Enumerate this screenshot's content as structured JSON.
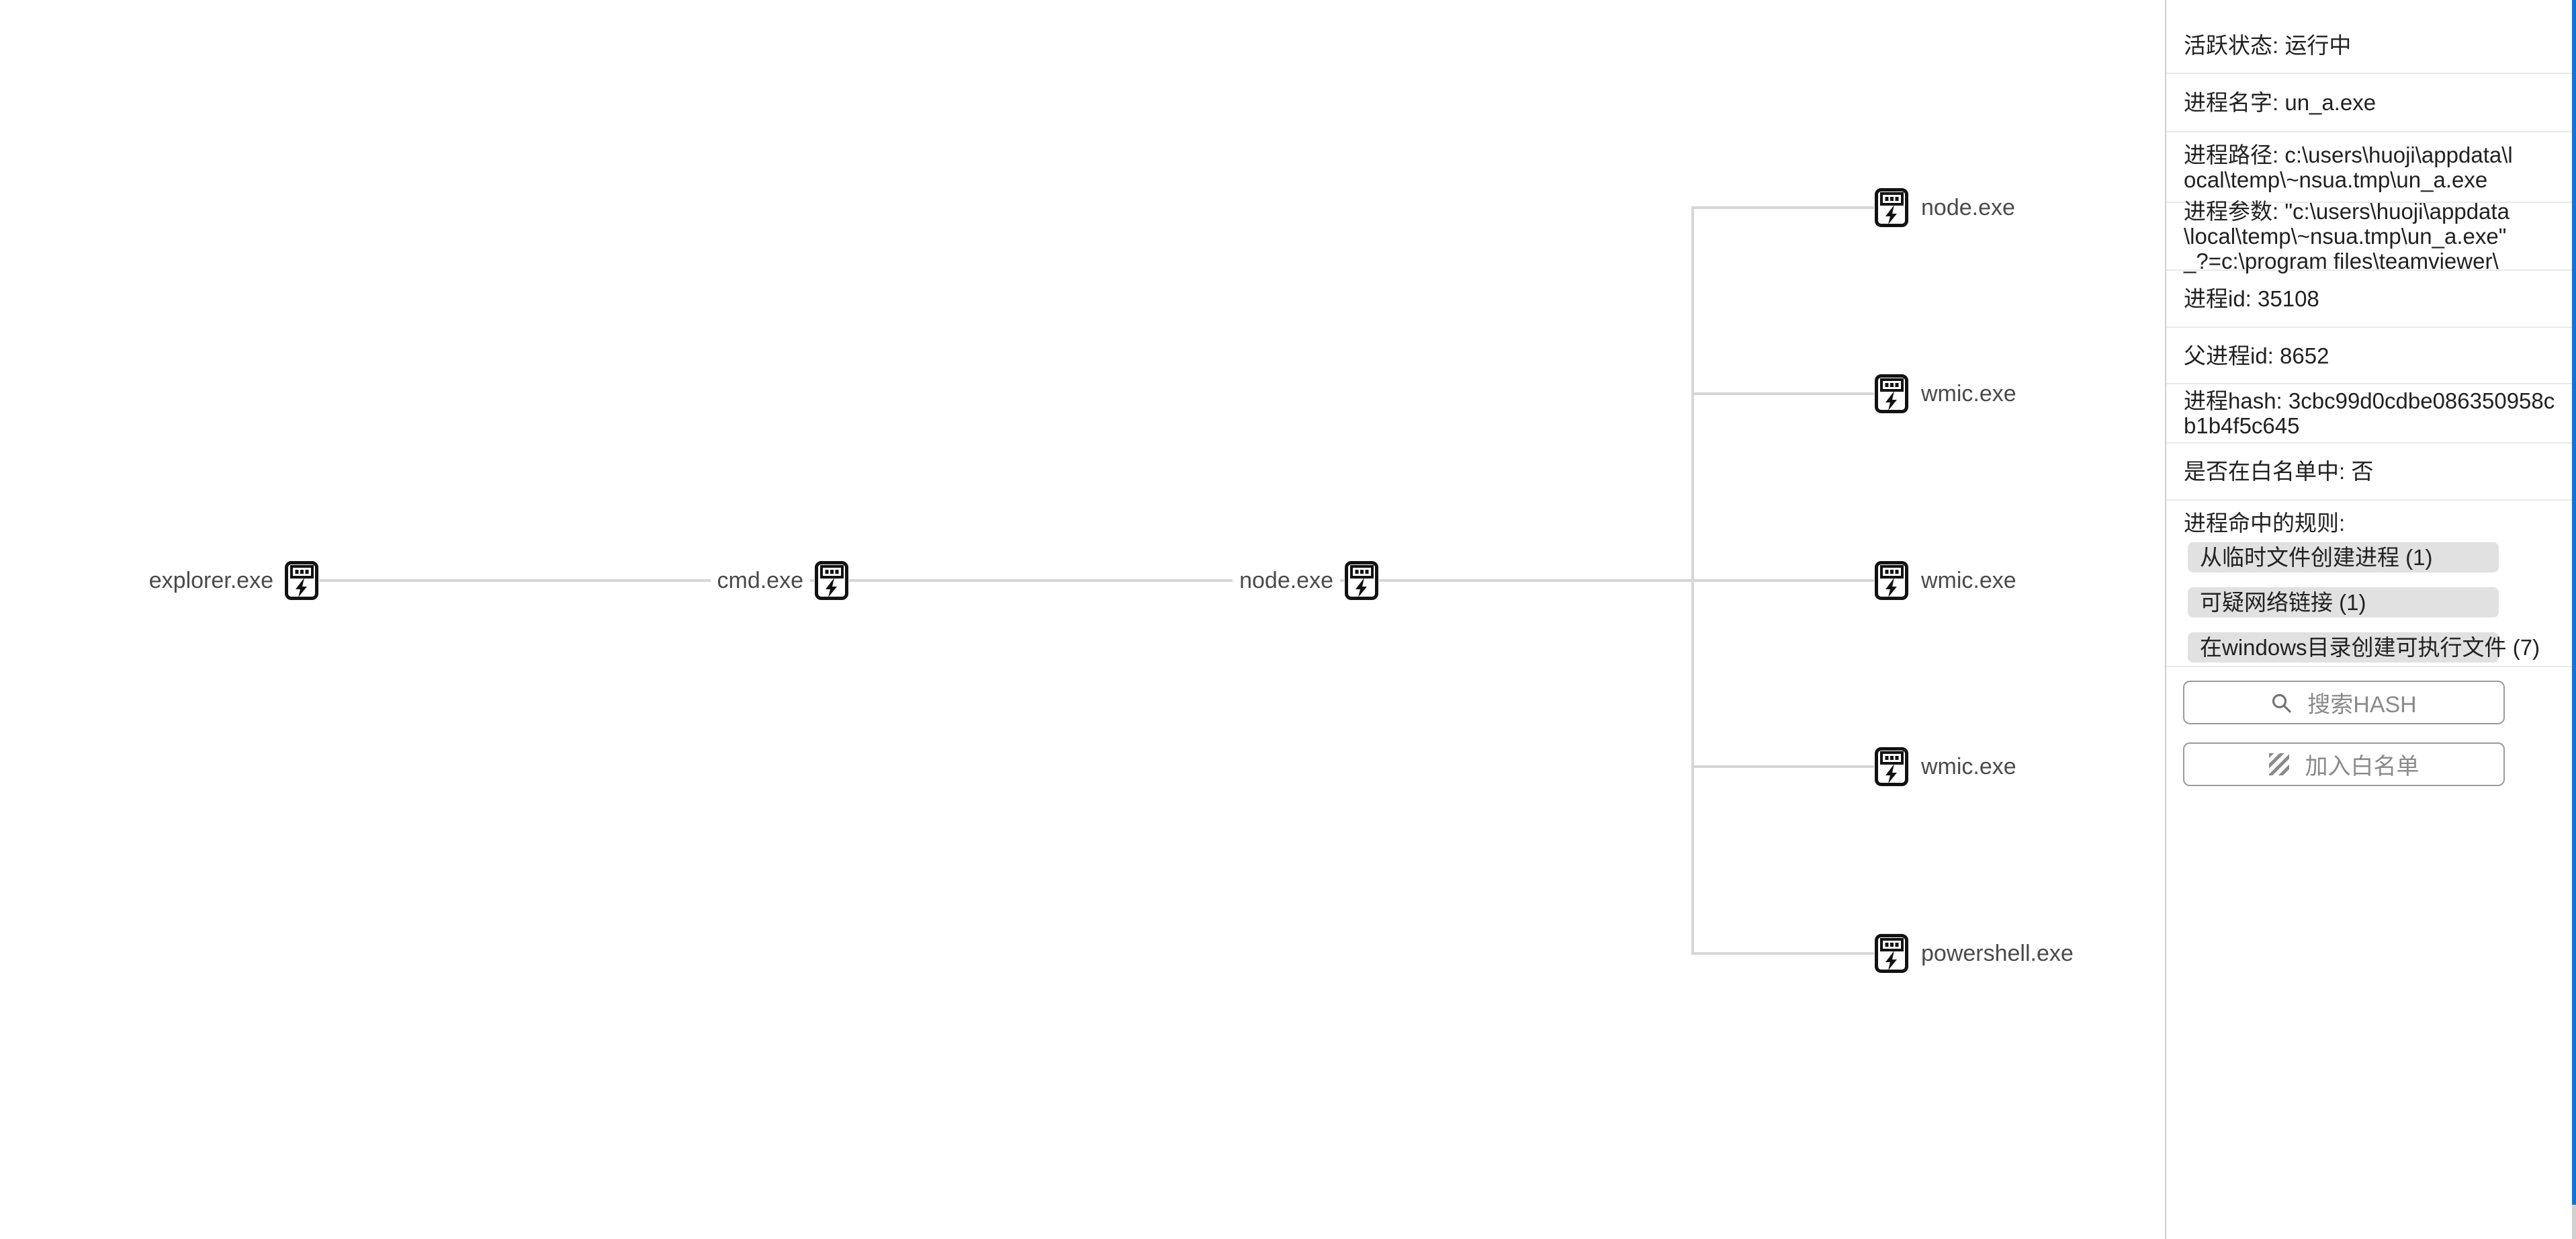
{
  "tree": {
    "parents": [
      {
        "name": "explorer.exe"
      },
      {
        "name": "cmd.exe"
      },
      {
        "name": "node.exe"
      }
    ],
    "children": [
      {
        "name": "node.exe"
      },
      {
        "name": "wmic.exe"
      },
      {
        "name": "wmic.exe"
      },
      {
        "name": "wmic.exe"
      },
      {
        "name": "powershell.exe"
      }
    ]
  },
  "panel": {
    "rows": [
      {
        "label": "活跃状态",
        "value": "运行中",
        "text": "活跃状态: 运行中"
      },
      {
        "label": "进程名字",
        "value": "un_a.exe",
        "text": "进程名字: un_a.exe"
      },
      {
        "label": "进程路径",
        "value": "c:\\users\\huoji\\appdata\\local\\temp\\~nsua.tmp\\un_a.exe",
        "text": "进程路径: c:\\users\\huoji\\appdata\\local\\temp\\~nsua.tmp\\un_a.exe"
      },
      {
        "label": "进程参数",
        "value": "\"c:\\users\\huoji\\appdata\\local\\temp\\~nsua.tmp\\un_a.exe\" _?=c:\\program files\\teamviewer\\",
        "text": "进程参数: \"c:\\users\\huoji\\appdata\\local\\temp\\~nsua.tmp\\un_a.exe\" _?=c:\\program files\\teamviewer\\"
      },
      {
        "label": "进程id",
        "value": "35108",
        "text": "进程id: 35108"
      },
      {
        "label": "父进程id",
        "value": "8652",
        "text": "父进程id: 8652"
      },
      {
        "label": "进程hash",
        "value": "3cbc99d0cdbe086350958cb1b4f5c645",
        "text": "进程hash: 3cbc99d0cdbe086350958cb1b4f5c645"
      },
      {
        "label": "是否在白名单中",
        "value": "否",
        "text": "是否在白名单中: 否"
      }
    ],
    "rules": {
      "header": "进程命中的规则:",
      "items": [
        "从临时文件创建进程 (1)",
        "可疑网络链接 (1)",
        "在windows目录创建可执行文件 (7)"
      ]
    },
    "buttons": {
      "search_hash": "搜索HASH",
      "add_whitelist": "加入白名单"
    }
  },
  "icons": {
    "process": "process-icon",
    "search": "search-icon",
    "hatch": "hatch-stripes-icon"
  },
  "colors": {
    "tree_line": "#d6d6d6",
    "tree_label": "#4a4a4a",
    "panel_border": "#cfcfcf",
    "panel_divider": "#e9e9e9",
    "panel_text": "#212121",
    "chip_bg": "#e1e1e1",
    "button_border": "#9b9b9b",
    "button_text": "#8a8a8a",
    "scrollbar_thumb": "#1472d6",
    "scrollbar_track": "#d0d0d0"
  }
}
